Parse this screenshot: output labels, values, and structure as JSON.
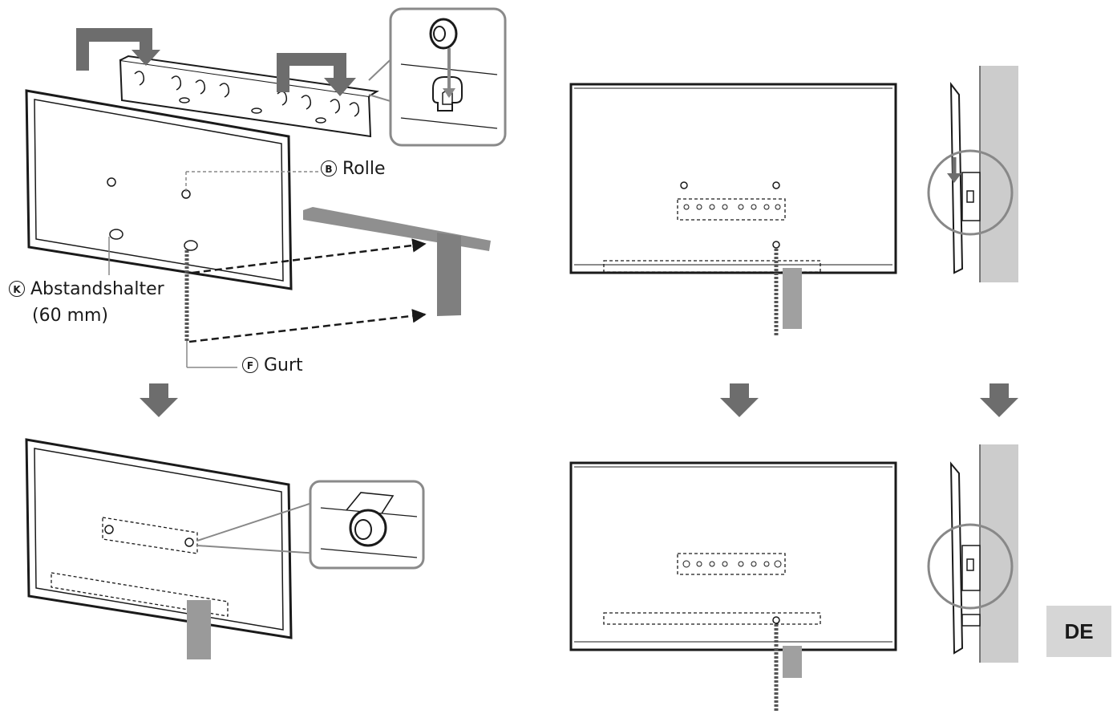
{
  "labels": {
    "roller": {
      "marker": "B",
      "text": "Rolle"
    },
    "spacer": {
      "marker": "K",
      "text": "Abstandshalter",
      "size": "(60 mm)"
    },
    "belt": {
      "marker": "F",
      "text": "Gurt"
    }
  },
  "language_tab": "DE",
  "colors": {
    "arrow": "#6d6d6d",
    "line": "#1a1a1a",
    "wall": "#cccccc",
    "tab": "#d6d6d6"
  }
}
